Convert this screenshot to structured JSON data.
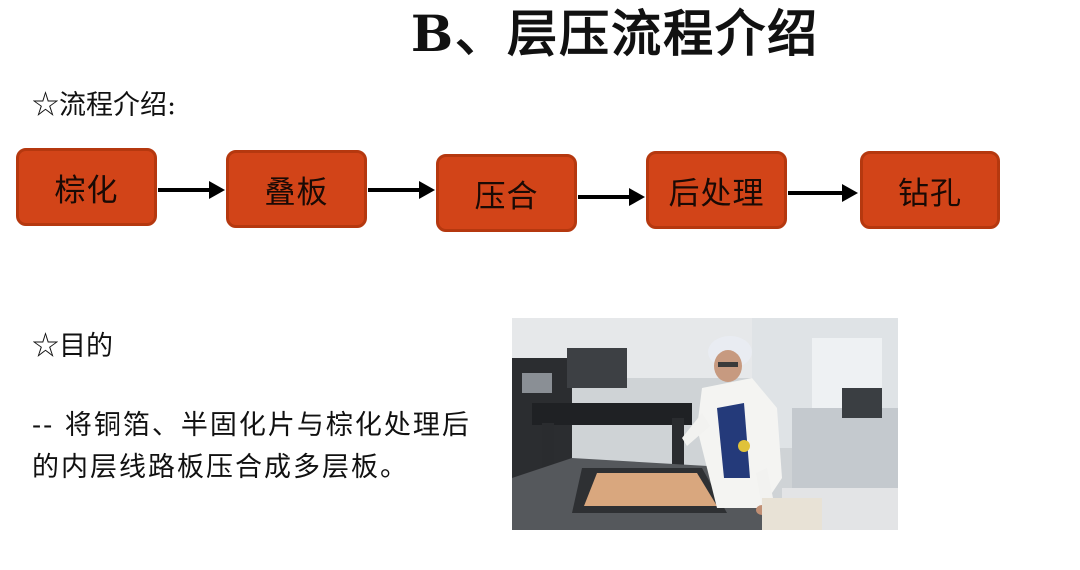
{
  "title": "B、层压流程介绍",
  "flow_section": {
    "label": "☆流程介绍:",
    "steps": [
      {
        "label": "棕化"
      },
      {
        "label": "叠板"
      },
      {
        "label": "压合"
      },
      {
        "label": "后处理"
      },
      {
        "label": "钻孔"
      }
    ]
  },
  "purpose_section": {
    "label": "☆目的",
    "text": "-- 将铜箔、半固化片与棕化处理后的内层线路板压合成多层板。"
  },
  "photo": {
    "subject": "worker-operating-lamination-machine"
  },
  "colors": {
    "step_fill": "#d24418",
    "step_border": "#b5380f",
    "arrow": "#000000",
    "text": "#111111"
  }
}
